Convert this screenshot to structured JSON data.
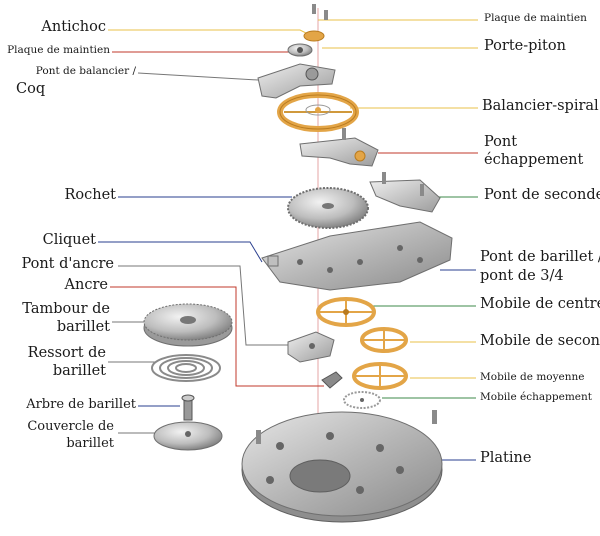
{
  "colors": {
    "background": "#ffffff",
    "steel_light": "#d8d8d8",
    "steel_mid": "#a9a9a9",
    "steel_dark": "#6f6f6f",
    "gold": "#e3a547",
    "gold_dark": "#b97b1f",
    "leader_yellow": "#e8c24a",
    "leader_red": "#c0392b",
    "leader_blue": "#2a3f8f",
    "leader_green": "#3e8a4a",
    "leader_grey": "#777777",
    "text": "#1a1a1a"
  },
  "labels_left": {
    "antichoc": "Antichoc",
    "plaque_maintien": "Plaque de maintien",
    "pont_balancier_line1": "Pont de balancier /",
    "pont_balancier_line2": "Coq",
    "rochet": "Rochet",
    "cliquet": "Cliquet",
    "pont_ancre": "Pont d'ancre",
    "ancre": "Ancre",
    "tambour_line1": "Tambour de",
    "tambour_line2": "barillet",
    "ressort_line1": "Ressort de",
    "ressort_line2": "barillet",
    "arbre": "Arbre de barillet",
    "couvercle_line1": "Couvercle de",
    "couvercle_line2": "barillet"
  },
  "labels_right": {
    "plaque_maintien": "Plaque de maintien",
    "porte_piton": "Porte-piton",
    "balancier_spiral": "Balancier-spiral",
    "pont_echappement_line1": "Pont",
    "pont_echappement_line2": "échappement",
    "pont_seconde": "Pont de seconde",
    "pont_barillet_line1": "Pont de barillet /",
    "pont_barillet_line2": "pont de 3/4",
    "mobile_centre": "Mobile de centre",
    "mobile_seconde": "Mobile de seconde",
    "mobile_moyenne": "Mobile de moyenne",
    "mobile_echappement": "Mobile échappement",
    "platine": "Platine"
  }
}
